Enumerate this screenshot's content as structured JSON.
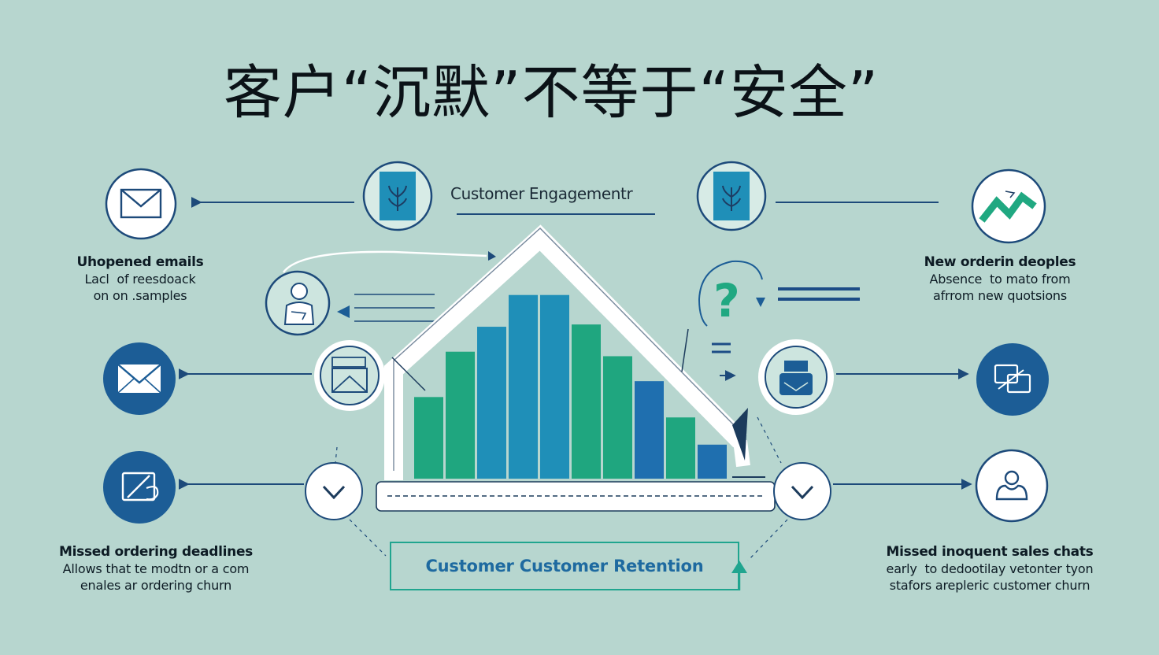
{
  "title": "客户“沉默”不等于“安全”",
  "engagement_label": "Customer Engagementr",
  "retention_label": "Customer Customer Retention",
  "left_top": {
    "heading": "Uhopened emails",
    "line1": "Lacl  of reesdoack",
    "line2": "on on .samples"
  },
  "right_top": {
    "heading": "New orderin deoples",
    "line1": "Absence  to mato from",
    "line2": "afrrom new quotsions"
  },
  "left_bottom": {
    "heading": "Missed ordering deadlines",
    "line1": "Allows that te modtn or a com",
    "line2": "enales ar ordering churn"
  },
  "right_bottom": {
    "heading": "Missed inoquent sales chats",
    "line1": "early  to dedootilay vetonter tyon",
    "line2": "stafors arepleric customer churn"
  },
  "icons": {
    "left_column": [
      "envelope-outline-icon",
      "envelope-filled-icon",
      "edit-hand-icon"
    ],
    "right_column": [
      "trend-chart-icon",
      "chat-bubbles-icon",
      "people-icon"
    ],
    "center": [
      "plant-card-icon",
      "person-icon",
      "mail-tray-icon",
      "question-mark-icon",
      "printer-icon",
      "chevron-down-icon"
    ]
  },
  "colors": {
    "background": "#b7d6cf",
    "navy": "#1c5d96",
    "dark_navy": "#1d3d63",
    "teal": "#20a58f",
    "blue": "#1f8fb8",
    "green": "#20a881"
  },
  "chart_data": {
    "type": "bar",
    "values": [
      0.36,
      0.56,
      0.67,
      0.81,
      0.81,
      0.68,
      0.54,
      0.43,
      0.27,
      0.15
    ],
    "bar_colors": [
      "#1fa67f",
      "#1fa67f",
      "#1f8fb8",
      "#1f8fb8",
      "#1f8fb8",
      "#1fa67f",
      "#1fa67f",
      "#1f6faf",
      "#1fa67f",
      "#1f6faf"
    ]
  }
}
